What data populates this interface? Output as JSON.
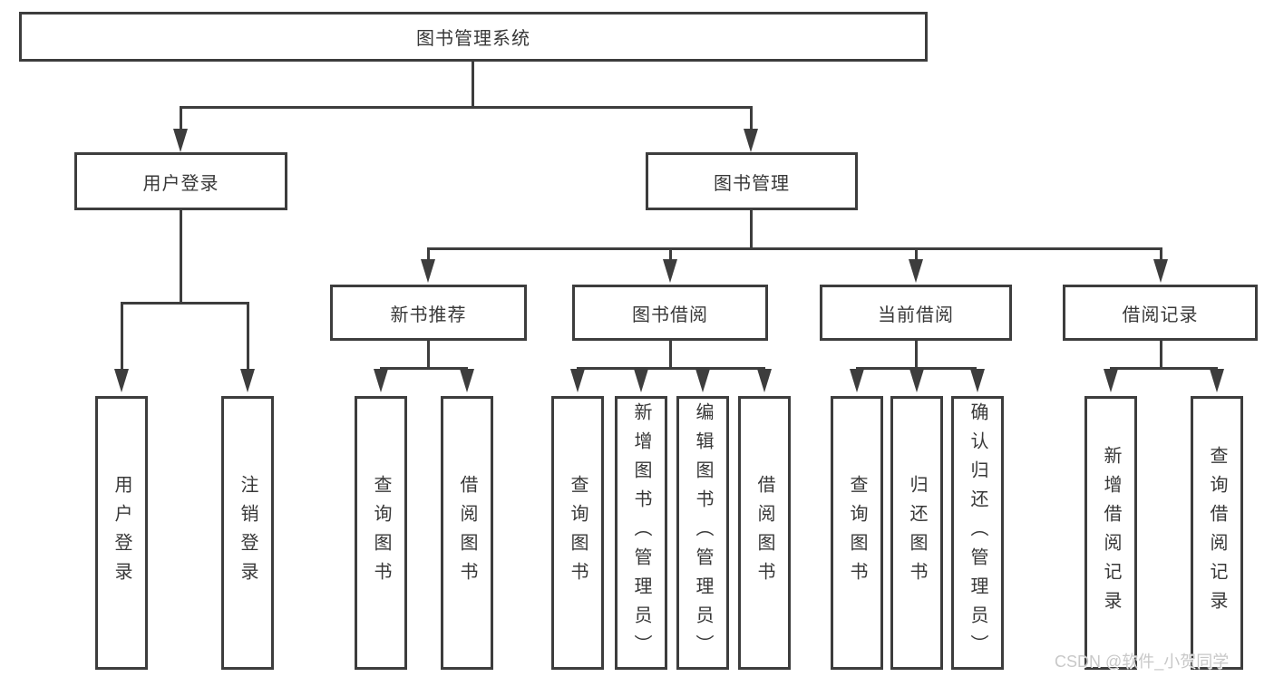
{
  "colors": {
    "line": "#3d3d3d",
    "text": "#383838",
    "background": "#ffffff",
    "watermark": "#c8c8c8"
  },
  "watermark": "CSDN @软件_小贺同学",
  "tree": {
    "root": "图书管理系统",
    "branches": [
      {
        "label": "用户登录",
        "children": [
          "用户登录",
          "注销登录"
        ]
      },
      {
        "label": "图书管理",
        "sections": [
          {
            "label": "新书推荐",
            "children": [
              "查询图书",
              "借阅图书"
            ]
          },
          {
            "label": "图书借阅",
            "children": [
              "查询图书",
              "新增图书（管理员）",
              "编辑图书（管理员）",
              "借阅图书"
            ]
          },
          {
            "label": "当前借阅",
            "children": [
              "查询图书",
              "归还图书",
              "确认归还（管理员）"
            ]
          },
          {
            "label": "借阅记录",
            "children": [
              "新增借阅记录",
              "查询借阅记录"
            ]
          }
        ]
      }
    ]
  }
}
